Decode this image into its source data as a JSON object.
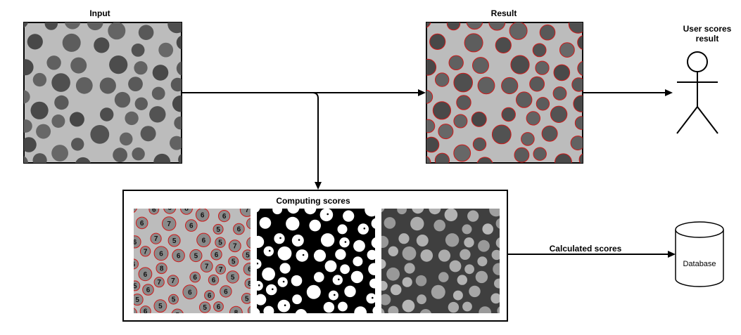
{
  "labels": {
    "input": "Input",
    "result": "Result",
    "user": "User scores result",
    "computing": "Computing scores",
    "calculated": "Calculated scores",
    "database": "Database"
  },
  "colors": {
    "micrograph_bg": "#bcbcbc",
    "particle": "#5a5a5a",
    "outline": "#d01818",
    "mask_bg": "#000000",
    "mask_particle": "#ffffff",
    "inverted_bg": "#3f3f3f",
    "inverted_particle": "#a8a8a8"
  },
  "particle_scores": [
    "5",
    "5",
    "5",
    "6",
    "7",
    "6",
    "5",
    "5",
    "7",
    "5",
    "6",
    "6",
    "6",
    "5",
    "6",
    "6",
    "7",
    "5",
    "6",
    "6",
    "7",
    "6",
    "6",
    "8",
    "8",
    "6",
    "7",
    "8",
    "6",
    "5",
    "6",
    "6",
    "7",
    "6",
    "7",
    "6",
    "8",
    "5",
    "6",
    "7",
    "6",
    "6",
    "5",
    "8",
    "6",
    "5",
    "6",
    "7",
    "6",
    "5"
  ],
  "icons": [
    "user-actor-icon",
    "database-icon"
  ]
}
